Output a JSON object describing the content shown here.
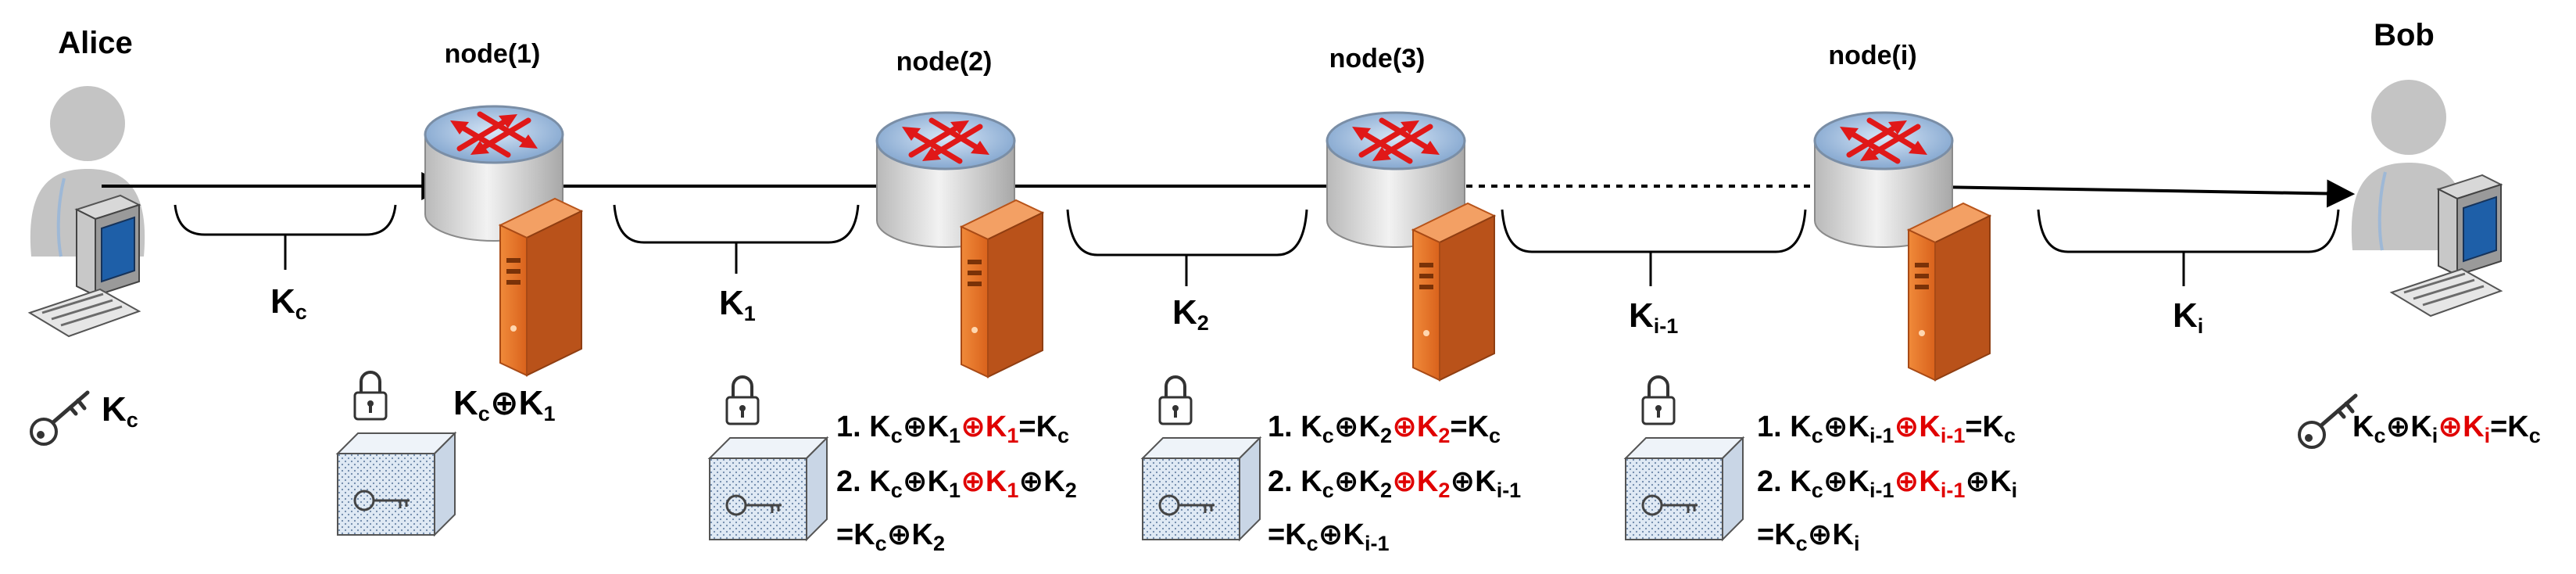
{
  "endpoints": {
    "alice": {
      "name": "Alice",
      "key": "Kc"
    },
    "bob": {
      "name": "Bob",
      "final_equation": "Kc⊕Ki⊕Ki=Kc"
    }
  },
  "nodes": [
    {
      "label": "node(1)",
      "stored": [
        "Kc⊕K1"
      ]
    },
    {
      "label": "node(2)",
      "stored": [
        "1. Kc⊕K1⊕K1=Kc",
        "2. Kc⊕K1⊕K1⊕K2",
        "=Kc⊕K2"
      ]
    },
    {
      "label": "node(3)",
      "stored": [
        "1. Kc⊕K2⊕K2=Kc",
        "2. Kc⊕K2⊕K2⊕Ki-1",
        "=Kc⊕Ki-1"
      ]
    },
    {
      "label": "node(i)",
      "stored": [
        "1. Kc⊕Ki-1⊕Ki-1=Kc",
        "2. Kc⊕Ki-1⊕Ki-1⊕Ki",
        "=Kc⊕Ki"
      ]
    }
  ],
  "link_keys": [
    "Kc",
    "K1",
    "K2",
    "Ki-1",
    "Ki"
  ],
  "colors": {
    "highlight": "#e00000",
    "text": "#000000",
    "router": "#a9c4e4",
    "server": "#e8782e"
  }
}
